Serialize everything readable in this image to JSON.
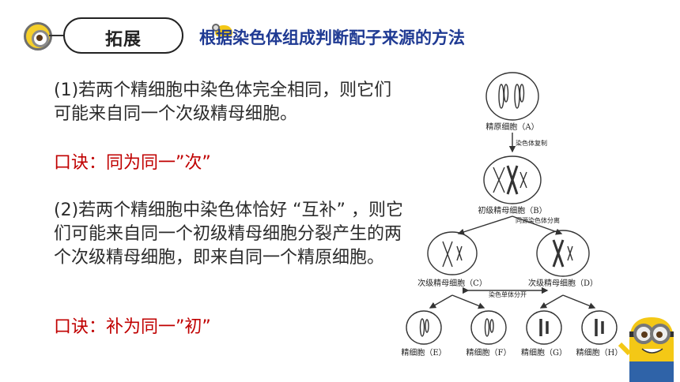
{
  "header": {
    "pill_label": "拓展",
    "title": "根据染色体组成判断配子来源的方法"
  },
  "content": {
    "para1": "(1)若两个精细胞中染色体完全相同，则它们可能来自同一个次级精母细胞。",
    "mnemonic1": "口诀：同为同一”次”",
    "para2": "(2)若两个精细胞中染色体恰好 “互补” ，则它们可能来自同一个初级精母细胞分裂产生的两个次级精母细胞，即来自同一个精原细胞。",
    "mnemonic2": "口诀：补为同一”初”"
  },
  "diagram": {
    "cell_a": "精原细胞（A）",
    "step1": "染色体复制",
    "cell_b": "初级精母细胞（B）",
    "step2": "同源染色体分离",
    "cell_c": "次级精母细胞（C）",
    "cell_d": "次级精母细胞（D）",
    "step3": "染色单体分开",
    "cell_e": "精细胞（E）",
    "cell_f": "精细胞（F）",
    "cell_g": "精细胞（G）",
    "cell_h": "精细胞（H）"
  },
  "colors": {
    "title_blue": "#1f3a93",
    "mnemonic_red": "#c00000",
    "minion_yellow": "#f4c816"
  }
}
